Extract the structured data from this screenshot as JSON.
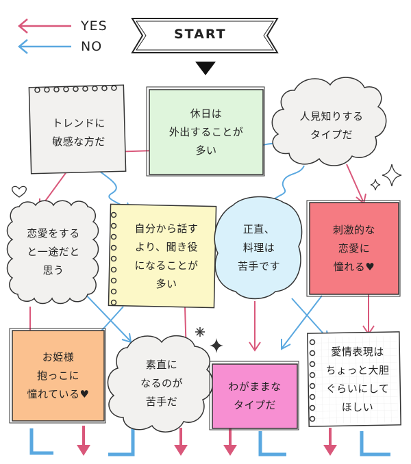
{
  "legend": {
    "yes": "YES",
    "no": "NO"
  },
  "start": "START",
  "colors": {
    "yes": "#d9577a",
    "no": "#5aa8e0",
    "green": "#dff5dc",
    "cream": "#fcf8c7",
    "pink": "#f57b82",
    "orange": "#fbc18f",
    "magenta": "#f78fd2",
    "lightblue": "#d9f1fb",
    "paper": "#f2f1ef"
  },
  "nodes": {
    "trend": "トレンドに\n敏感な方だ",
    "holiday": "休日は\n外出することが\n多い",
    "shy": "人見知りする\nタイプだ",
    "romance": "恋愛をする\nと一途だと\n思う",
    "listener": "自分から話す\nより、聞き役\nになることが\n多い",
    "honest": "正直、\n料理は\n苦手です",
    "thrill": "刺激的な\n恋愛に\n憧れる♥",
    "princess": "お姫様\n抱っこに\n憧れている♥",
    "frank": "素直に\nなるのが\n苦手だ",
    "selfish": "わがままな\nタイプだ",
    "bold": "愛情表現は\nちょっと大胆\nぐらいにして\nほしい"
  }
}
